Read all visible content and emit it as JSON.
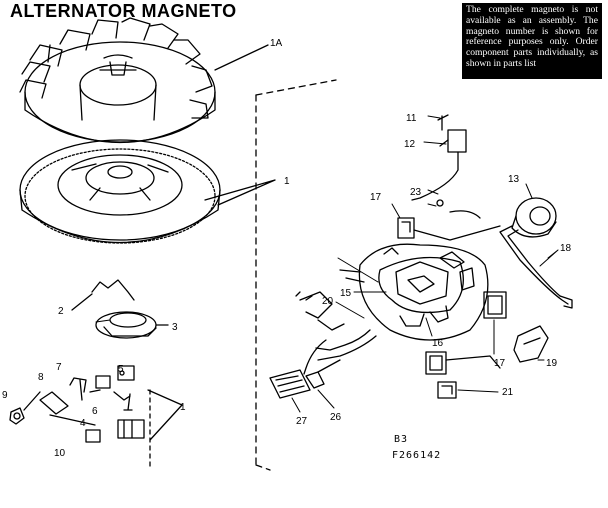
{
  "title": "ALTERNATOR MAGNETO",
  "note": "The complete magneto is not available as an assembly. The magneto number is shown for reference purposes only. Order component parts individually, as shown in parts list",
  "callouts": {
    "c1A": "1A",
    "c1a": "1",
    "c1b": "1",
    "c2": "2",
    "c3": "3",
    "c4": "4",
    "c5": "5",
    "c6": "6",
    "c7": "7",
    "c8": "8",
    "c9": "9",
    "c10": "10",
    "c11": "11",
    "c12": "12",
    "c13": "13",
    "c15": "15",
    "c16": "16",
    "c17a": "17",
    "c17b": "17",
    "c18": "18",
    "c19": "19",
    "c20": "20",
    "c21": "21",
    "c23": "23",
    "c26": "26",
    "c27": "27"
  },
  "code1": "B3",
  "code2": "F266142"
}
